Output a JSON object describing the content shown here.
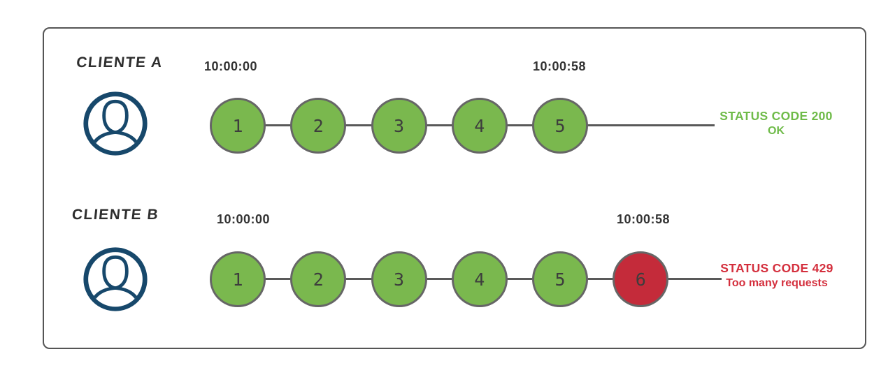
{
  "colors": {
    "request_ok": "#7ab84e",
    "request_blocked": "#c42b3a",
    "circle_border": "#666666",
    "avatar": "#17486b",
    "timeline": "#595959",
    "text_dark": "#333333"
  },
  "icons": {
    "avatar": "user-avatar-icon"
  },
  "rows": [
    {
      "client": "CLIENTE A",
      "start_time": "10:00:00",
      "end_time": "10:00:58",
      "requests": [
        {
          "label": "1",
          "state": "ok"
        },
        {
          "label": "2",
          "state": "ok"
        },
        {
          "label": "3",
          "state": "ok"
        },
        {
          "label": "4",
          "state": "ok"
        },
        {
          "label": "5",
          "state": "ok"
        }
      ],
      "status": {
        "line1": "STATUS CODE 200",
        "line2": "OK",
        "color": "#6fbb49"
      }
    },
    {
      "client": "CLIENTE B",
      "start_time": "10:00:00",
      "end_time": "10:00:58",
      "requests": [
        {
          "label": "1",
          "state": "ok"
        },
        {
          "label": "2",
          "state": "ok"
        },
        {
          "label": "3",
          "state": "ok"
        },
        {
          "label": "4",
          "state": "ok"
        },
        {
          "label": "5",
          "state": "ok"
        },
        {
          "label": "6",
          "state": "blocked"
        }
      ],
      "status": {
        "line1": "STATUS CODE 429",
        "line2": "Too many requests",
        "color": "#d42f3d"
      }
    }
  ]
}
